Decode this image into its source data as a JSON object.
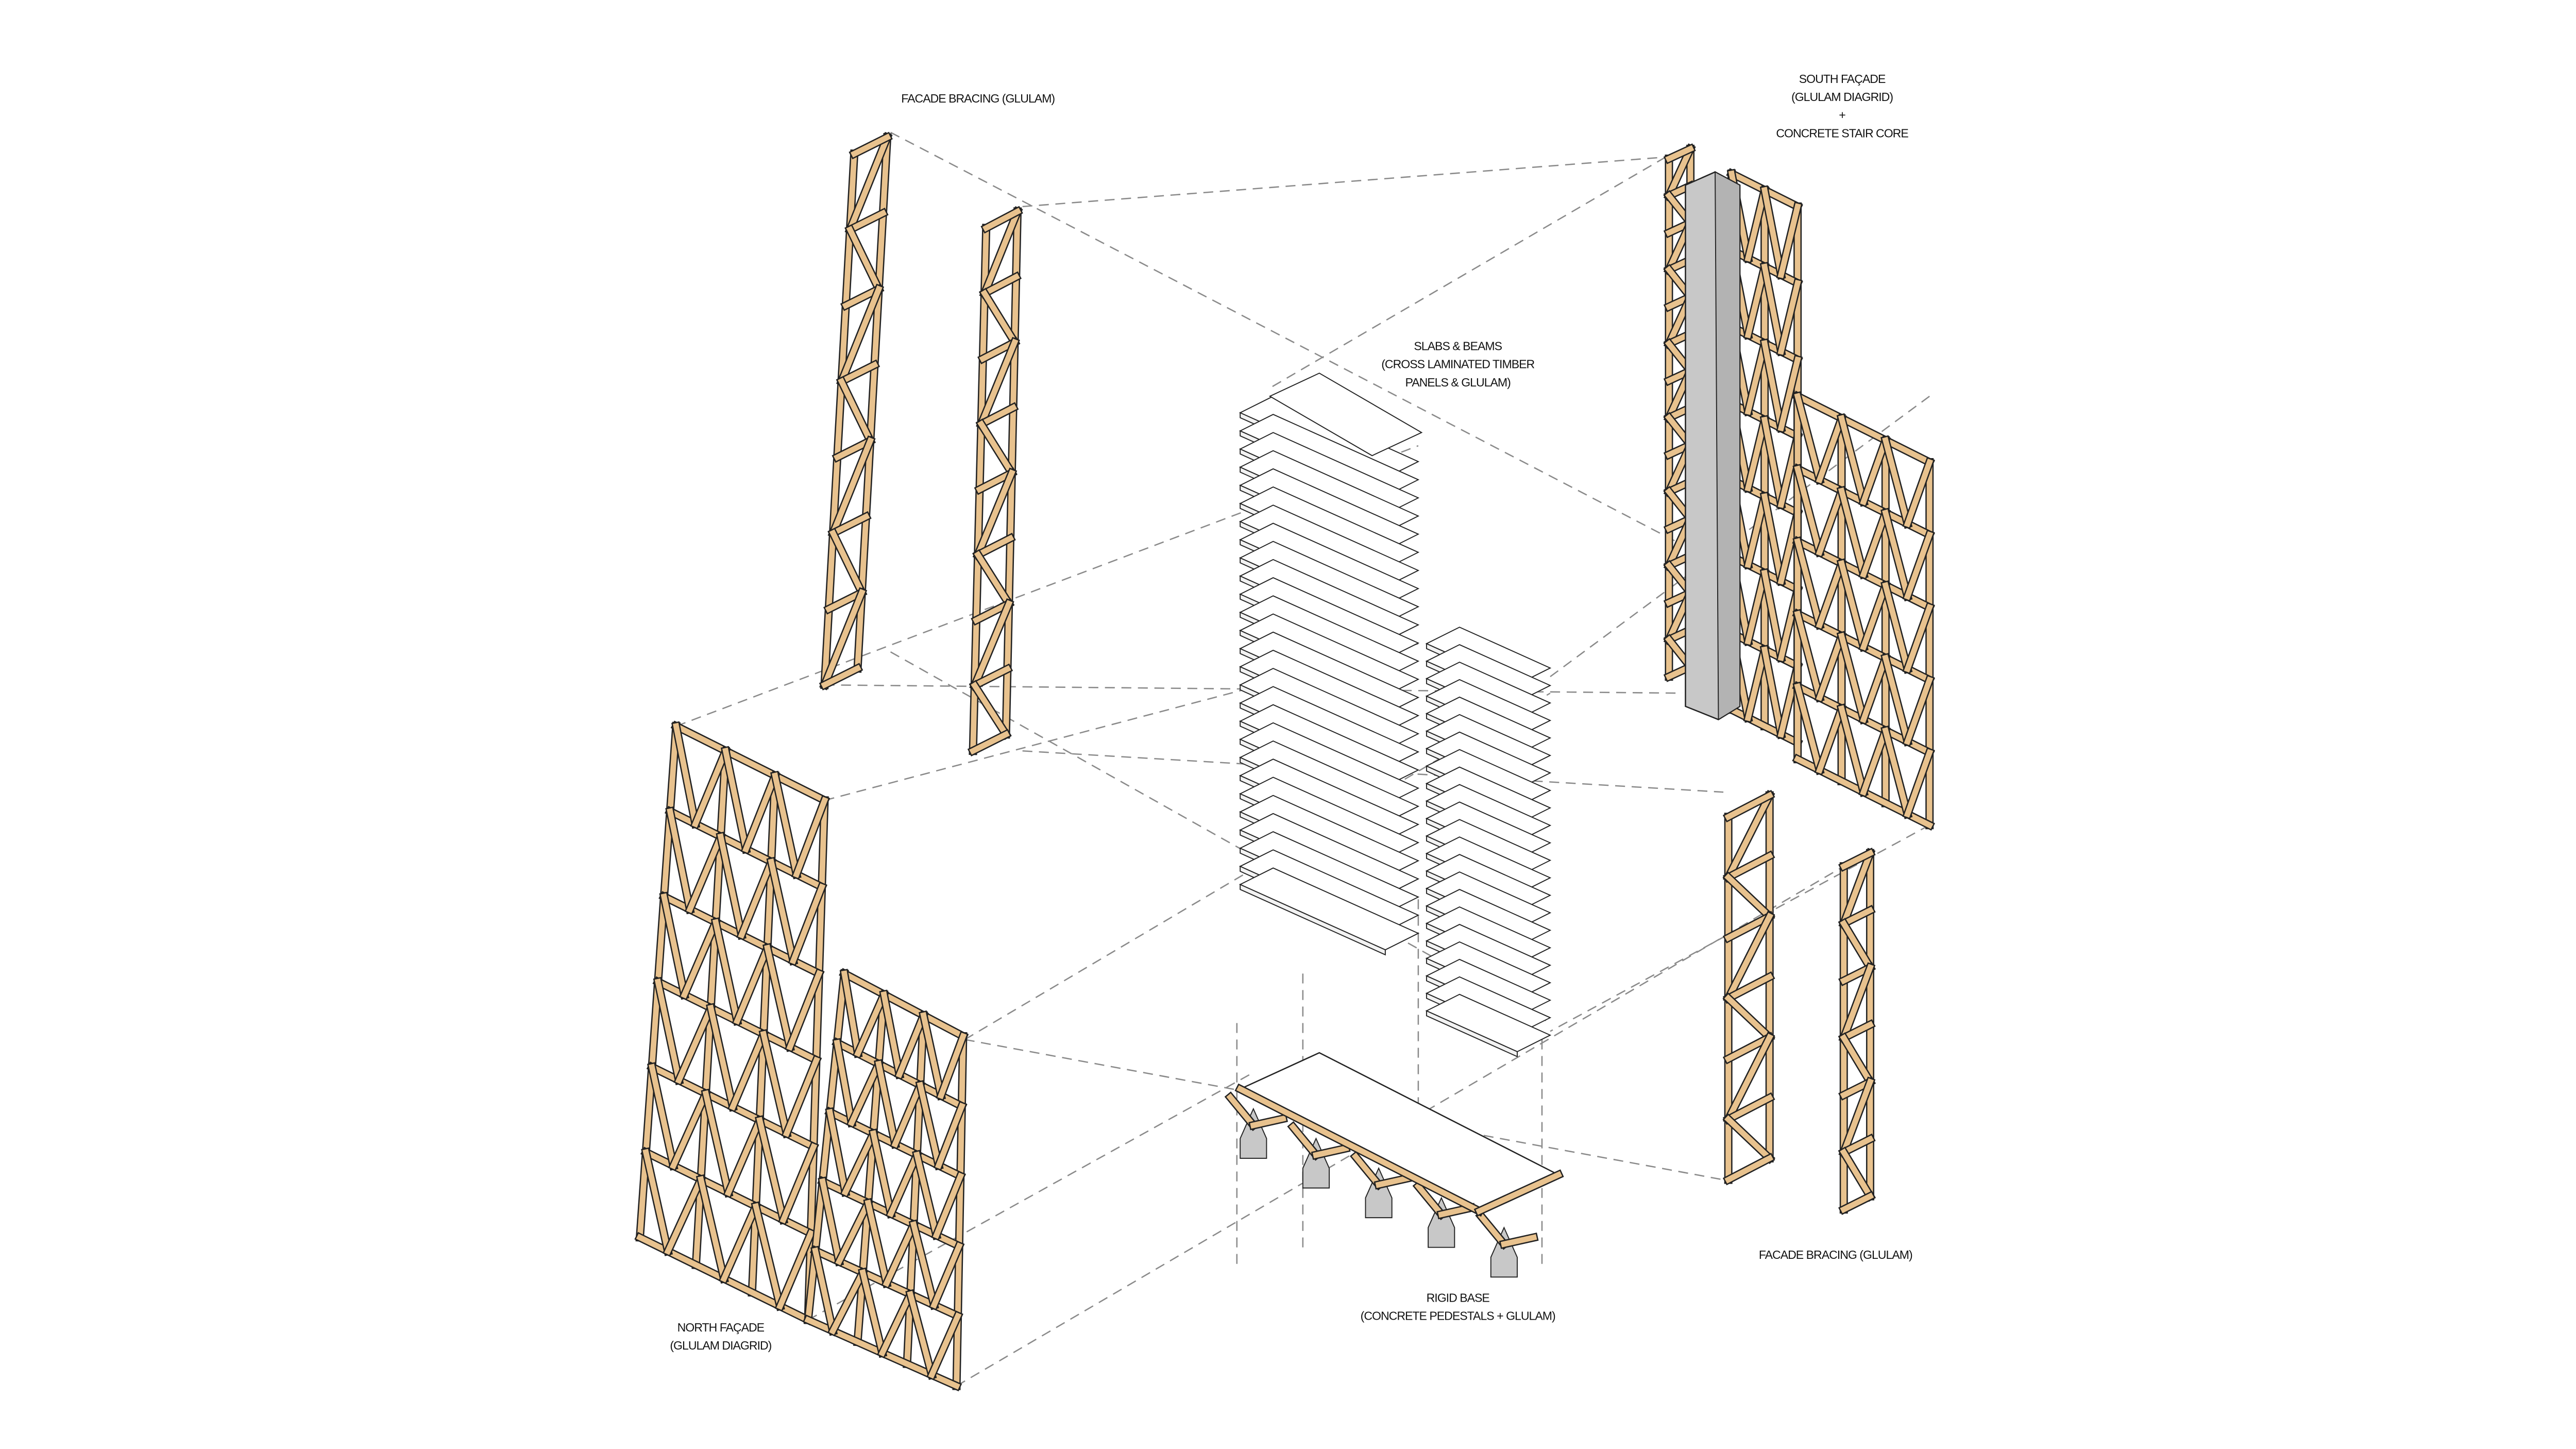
{
  "labels": {
    "facade_bracing_top": "FACADE BRACING (GLULAM)",
    "south_facade_line1": "SOUTH FAÇADE",
    "south_facade_line2": "(GLULAM DIAGRID)",
    "south_facade_plus": "+",
    "south_facade_line3": "CONCRETE STAIR CORE",
    "slabs_line1": "SLABS &  BEAMS",
    "slabs_line2": "(CROSS LAMINATED TIMBER",
    "slabs_line3": "PANELS & GLULAM)",
    "facade_bracing_bottom": "FACADE BRACING (GLULAM)",
    "rigid_base_line1": "RIGID BASE",
    "rigid_base_line2": "(CONCRETE PEDESTALS + GLULAM)",
    "north_facade_line1": "NORTH FAÇADE",
    "north_facade_line2": "(GLULAM DIAGRID)"
  },
  "colors": {
    "glulam": "#e8c28e",
    "concrete": "#c8c8c8",
    "outline": "#222222",
    "projection_lines": "#8a8a8a"
  }
}
